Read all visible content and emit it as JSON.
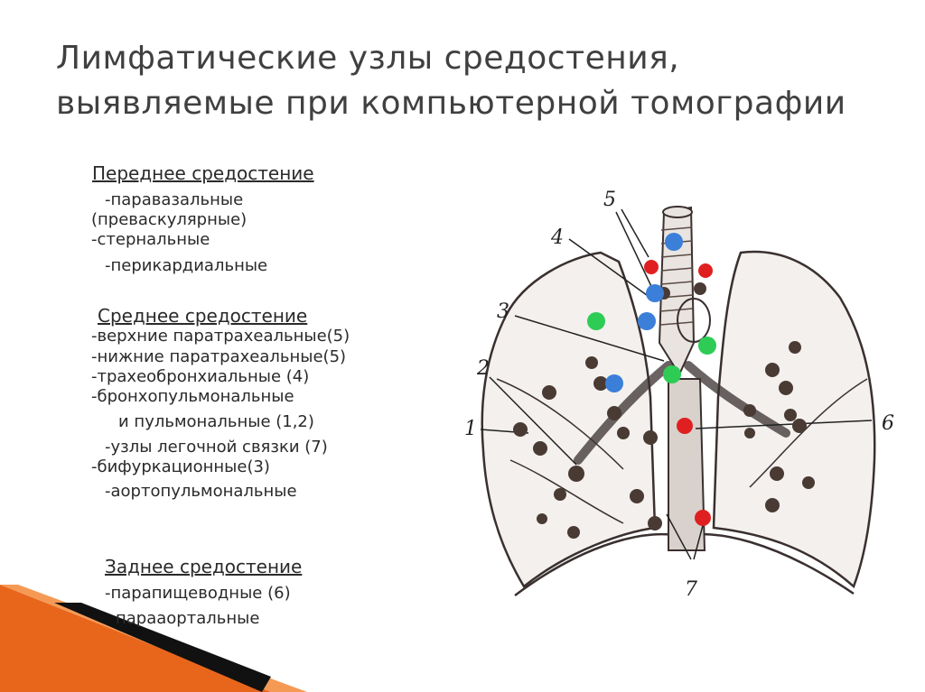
{
  "title": {
    "line1": "Лимфатические узлы средостения,",
    "line2": "выявляемые при компьютерной томографии"
  },
  "sections": {
    "anterior": {
      "heading": "Переднее средостение",
      "items": [
        "-паравазальные",
        "(превaскулярные)",
        "-стернальные",
        "-перикардиальные"
      ]
    },
    "middle": {
      "heading": "Среднее средостение",
      "items": [
        "-верхние паратрахеальные(5)",
        "-нижние паратрахеальные(5)",
        "-трахеобронхиальные (4)",
        "-бронхопульмональные",
        "и пульмональные (1,2)",
        "-узлы легочной связки (7)",
        "-бифуркационные(3)",
        "-аортопульмональные"
      ]
    },
    "posterior": {
      "heading": "Заднее средостение",
      "items": [
        "-парапищеводные (6)",
        "параaортальные"
      ]
    }
  },
  "diagram": {
    "callouts": [
      "1",
      "2",
      "3",
      "4",
      "5",
      "6",
      "7"
    ],
    "node_colors": {
      "blue": "#3b7fd9",
      "green": "#2ecc55",
      "red": "#e02020",
      "dark": "#4a3a34"
    }
  },
  "theme": {
    "accent_orange": "#e8661c",
    "accent_dark": "#1a1a1a"
  }
}
